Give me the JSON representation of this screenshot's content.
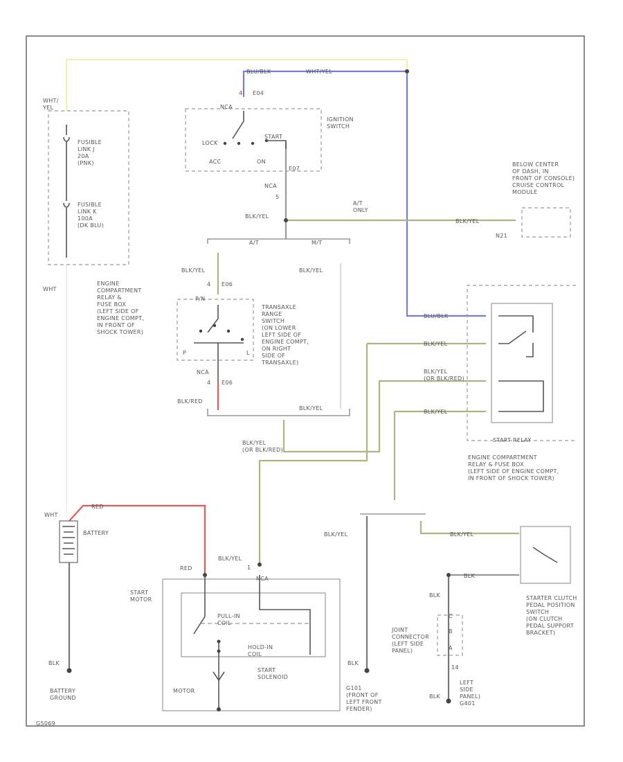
{
  "colors": {
    "border": "#666666",
    "wire_black": "#777777",
    "wire_yellow": "#f2efb0",
    "wire_blk_yel": "#a9b67f",
    "wire_blue": "#7a7ad8",
    "wire_red": "#e85a5a"
  },
  "labels": {
    "wht_top": [
      "WHT/",
      "YEL"
    ],
    "fusible_j": [
      "FUSIBLE",
      "LINK J",
      "20A",
      "(PNK)"
    ],
    "fusible_k": [
      "FUSIBLE",
      "LINK K",
      "100A",
      "(DK BLU)"
    ],
    "wht_left": "WHT",
    "engine_relay_left": [
      "ENGINE",
      "COMPARTMENT",
      "RELAY &",
      "FUSE BOX",
      "(LEFT SIDE OF",
      "ENGINE COMPT,",
      "IN FRONT OF",
      "SHOCK TOWER)"
    ],
    "blu_blk_top": "BLU/BLK",
    "wht_yel_top": "WHT/YEL",
    "ign_4": "4",
    "ign_conn": "E04",
    "ign_nca": "NCA",
    "lock": "LOCK",
    "start_pos": "START",
    "acc": "ACC",
    "on": "ON",
    "ignition_switch": [
      "IGNITION",
      "SWITCH"
    ],
    "ign_e07": "E07",
    "ign_nca2": "NCA",
    "ign_5": "5",
    "blk_yel_junction": "BLK/YEL",
    "at_only": [
      "A/T",
      "ONLY"
    ],
    "blk_yel_cruise": "BLK/YEL",
    "cruise_loc": [
      "BELOW CENTER",
      "OF DASH, IN",
      "FRONT OF CONSOLE)",
      "CRUISE CONTROL",
      "MODULE"
    ],
    "cruise_pin": "N21",
    "at": "A/T",
    "mt": "M/T",
    "blk_yel_left": "BLK/YEL",
    "blk_yel_right": "BLK/YEL",
    "tr_4": "4",
    "tr_e06": "E06",
    "prn": "P/N",
    "tr_p": "P",
    "tr_l": "L",
    "transaxle": [
      "TRANSAXLE",
      "RANGE",
      "SWITCH",
      "(ON LOWER",
      "LEFT SIDE OF",
      "ENGINE COMPT,",
      "ON RIGHT",
      "SIDE OF",
      "TRANSAXLE)"
    ],
    "tr_nca": "NCA",
    "tr_4b": "4",
    "tr_e06b": "E06",
    "blk_red": "BLK/RED",
    "blk_yel_lower": "BLK/YEL",
    "blk_yel_or": [
      "BLK/YEL",
      "(OR BLK/RED)"
    ],
    "blu_blk_relay": "BLU/BLK",
    "relay_blk_yel1": "BLK/YEL",
    "relay_blk_yel2": [
      "BLK/YEL",
      "(OR BLK/RED)"
    ],
    "relay_blk_yel3": "BLK/YEL",
    "start_relay": "START RELAY",
    "engine_relay_right": [
      "ENGINE COMPARTMENT",
      "RELAY & FUSE BOX",
      "(LEFT SIDE OF ENGINE COMPT,",
      "IN FRONT OF SHOCK TOWER)"
    ],
    "wht_battery": "WHT",
    "red_battery": "RED",
    "battery": "BATTERY",
    "blk_batt": "BLK",
    "battery_ground": [
      "BATTERY",
      "GROUND"
    ],
    "motor_blk_yel": "BLK/YEL",
    "motor_1": "1",
    "motor_nca": "NCA",
    "motor_red": "RED",
    "start_motor": [
      "START",
      "MOTOR"
    ],
    "pull_in": [
      "PULL-IN",
      "COIL"
    ],
    "hold_in": [
      "HOLD-IN",
      "COIL"
    ],
    "start_solenoid": [
      "START",
      "SOLENOID"
    ],
    "motor": "MOTOR",
    "blk_yel_mt": "BLK/YEL",
    "clutch_blk_yel": "BLK/YEL",
    "clutch_blk_yel2": "BLK",
    "clutch_switch": [
      "STARTER CLUTCH",
      "PEDAL POSITION",
      "SWITCH",
      "(ON CLUTCH",
      "PEDAL SUPPORT",
      "BRACKET)"
    ],
    "blk_joint": "BLK",
    "joint_conn": [
      "JOINT",
      "CONNECTOR",
      "(LEFT SIDE",
      "PANEL)"
    ],
    "jc_c": "C",
    "jc_b": "B",
    "jc_a": "A",
    "jc_14": "14",
    "blk_g101": "BLK",
    "g101": [
      "G101",
      "(FRONT OF",
      "LEFT FRONT",
      "FENDER)"
    ],
    "blk_g401": "BLK",
    "g401": [
      "LEFT",
      "SIDE",
      "PANEL)",
      "G401"
    ],
    "figure_id": "G5069"
  }
}
